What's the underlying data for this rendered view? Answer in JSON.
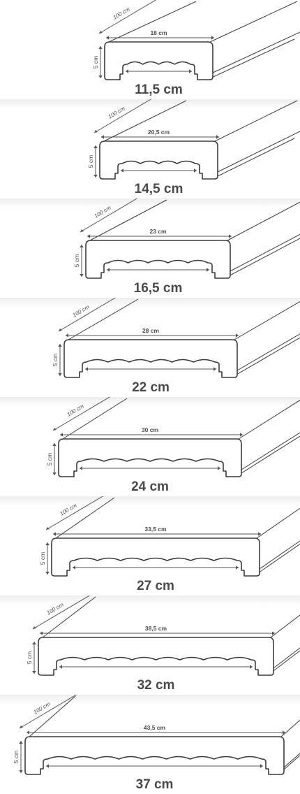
{
  "colors": {
    "outline": "#3c3c3c",
    "dimension": "#555555",
    "label": "#4a4a4a",
    "band": "#ededed",
    "face": "#ffffff"
  },
  "profiles": [
    {
      "length": "100 cm",
      "width": "18 cm",
      "height": "5 cm",
      "inner": "11,5 cm",
      "bumps": 4
    },
    {
      "length": "100 cm",
      "width": "20,5 cm",
      "height": "5 cm",
      "inner": "14,5 cm",
      "bumps": 4
    },
    {
      "length": "100 cm",
      "width": "23 cm",
      "height": "5 cm",
      "inner": "16,5 cm",
      "bumps": 5
    },
    {
      "length": "100 cm",
      "width": "28 cm",
      "height": "5 cm",
      "inner": "22 cm",
      "bumps": 6
    },
    {
      "length": "100 cm",
      "width": "30 cm",
      "height": "5 cm",
      "inner": "24 cm",
      "bumps": 6
    },
    {
      "length": "100 cm",
      "width": "33,5 cm",
      "height": "5 cm",
      "inner": "27 cm",
      "bumps": 7
    },
    {
      "length": "100 cm",
      "width": "38,5 cm",
      "height": "5 cm",
      "inner": "32 cm",
      "bumps": 8
    },
    {
      "length": "100 cm",
      "width": "43,5 cm",
      "height": "5 cm",
      "inner": "37 cm",
      "bumps": 9
    }
  ]
}
